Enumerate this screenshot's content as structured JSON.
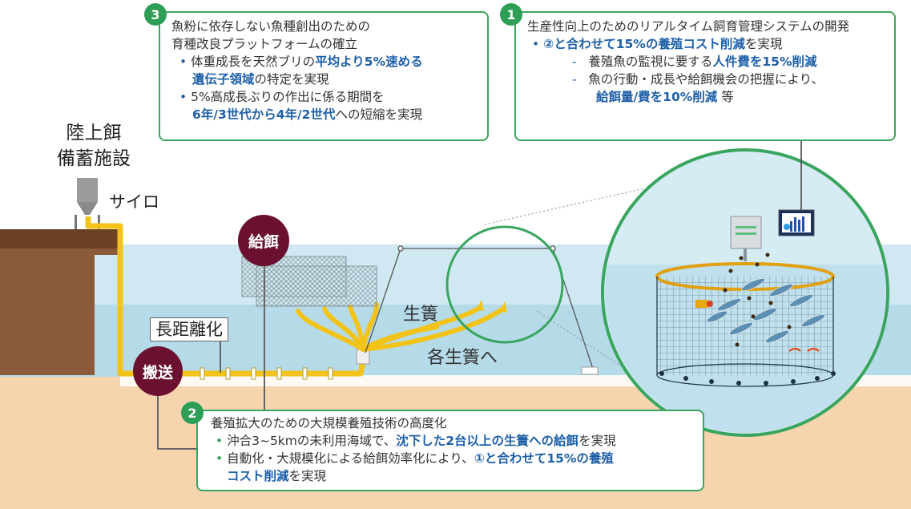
{
  "colors": {
    "accent_green": "#2e9e56",
    "highlight_blue": "#1e5fa8",
    "badge": "#6b1030",
    "pipe": "#f2c319",
    "sea": "#c9e6f0",
    "ground": "#f3d2ad"
  },
  "box3": {
    "num": "3",
    "title1": "魚粉に依存しない魚種創出のための",
    "title2": "育種改良プラットフォームの確立",
    "b1_p1": "体重成長を天然ブリの",
    "b1_hl1": "平均より5%速める",
    "b1_hl2": "遺伝子領域",
    "b1_p2": "の特定を実現",
    "b2_l1": "5%高成長ぶりの作出に係る期間を",
    "b2_hl": "6年/3世代から4年/2世代",
    "b2_p2": "への短縮を実現"
  },
  "box1": {
    "num": "1",
    "title": "生産性向上のためのリアルタイム飼育管理システムの開発",
    "b1_hl": "②と合わせて15%の養殖コスト削減",
    "b1_p": "を実現",
    "s1_p": "養殖魚の監視に要する",
    "s1_hl": "人件費を15%削減",
    "s2_l1": "魚の行動・成長や給餌機会の把握により、",
    "s2_hl": "給餌量/費を10%削減",
    "s2_p": "等"
  },
  "box2": {
    "num": "2",
    "title": "養殖拡大のための大規模養殖技術の高度化",
    "b1_p1": "沖合3~5kmの未利用海域で、",
    "b1_hl": "沈下した2台以上の生簀への給餌",
    "b1_p2": "を実現",
    "b2_p1": "自動化・大規模化による給餌効率化により、",
    "b2_hl1": "①と合わせて15%の養殖",
    "b2_hl2": "コスト削減",
    "b2_p2": "を実現"
  },
  "labels": {
    "facility1": "陸上餌",
    "facility2": "備蓄施設",
    "silo": "サイロ",
    "feeding": "給餌",
    "transport": "搬送",
    "long_distance": "長距離化",
    "cage": "生簀",
    "to_each_cage": "各生簀へ"
  }
}
